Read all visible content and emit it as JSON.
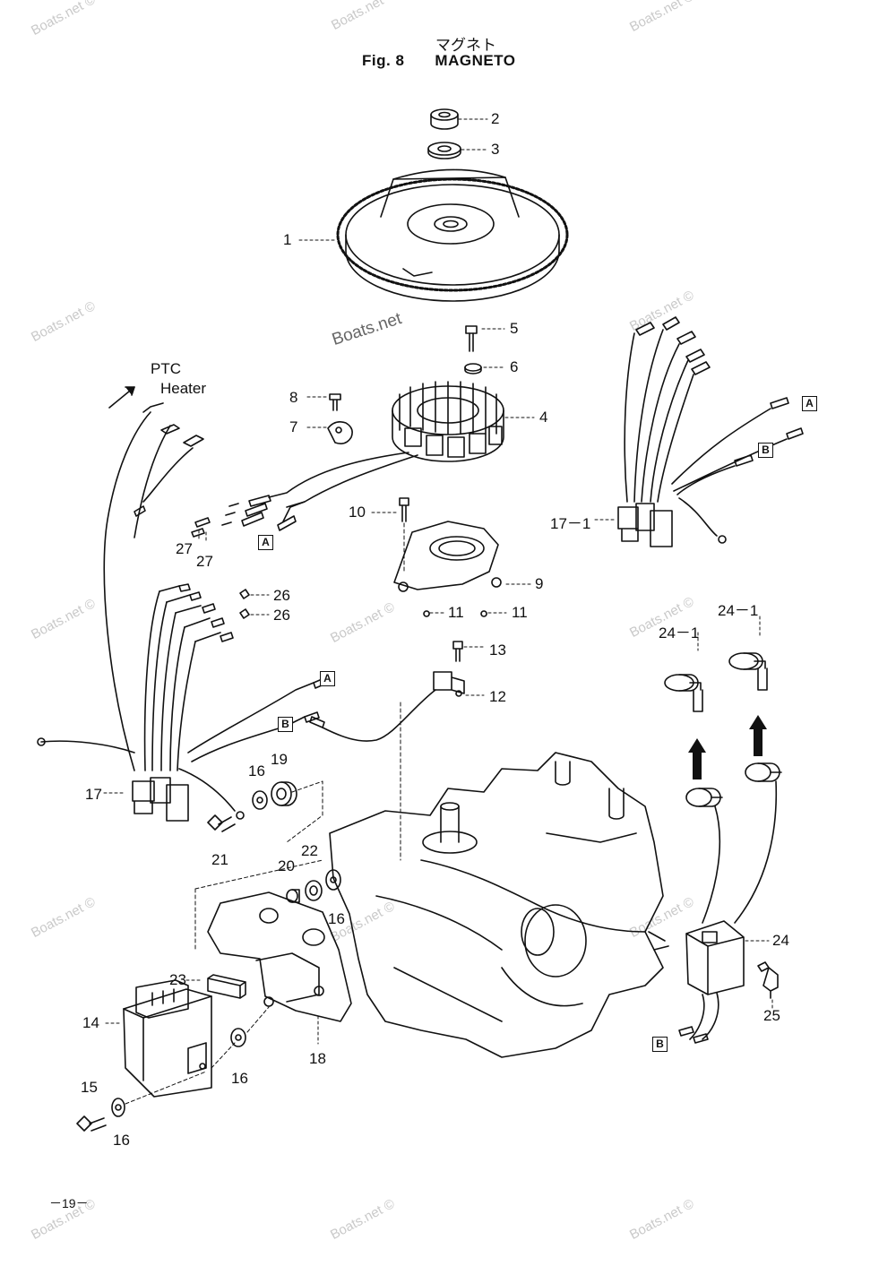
{
  "title": {
    "japanese": "マグネト",
    "fig": "Fig. 8",
    "name": "MAGNETO"
  },
  "watermark": "Boats.net ©",
  "watermark_center": "Boats.net",
  "ptc": {
    "line1": "PTC",
    "line2": "Heater"
  },
  "box_labels": {
    "a": "A",
    "b": "B"
  },
  "callouts": {
    "c1": "1",
    "c2": "2",
    "c3": "3",
    "c4": "4",
    "c5": "5",
    "c6": "6",
    "c7": "7",
    "c8": "8",
    "c9": "9",
    "c10": "10",
    "c11a": "11",
    "c11b": "11",
    "c12": "12",
    "c13": "13",
    "c14": "14",
    "c15": "15",
    "c16a": "16",
    "c16b": "16",
    "c16c": "16",
    "c16d": "16",
    "c17": "17",
    "c17_1": "17－1",
    "c18": "18",
    "c19": "19",
    "c20": "20",
    "c21": "21",
    "c22": "22",
    "c23": "23",
    "c24": "24",
    "c24_1a": "24－1",
    "c24_1b": "24－1",
    "c25": "25",
    "c26a": "26",
    "c26b": "26",
    "c27a": "27",
    "c27b": "27"
  },
  "page_number": "－19－"
}
